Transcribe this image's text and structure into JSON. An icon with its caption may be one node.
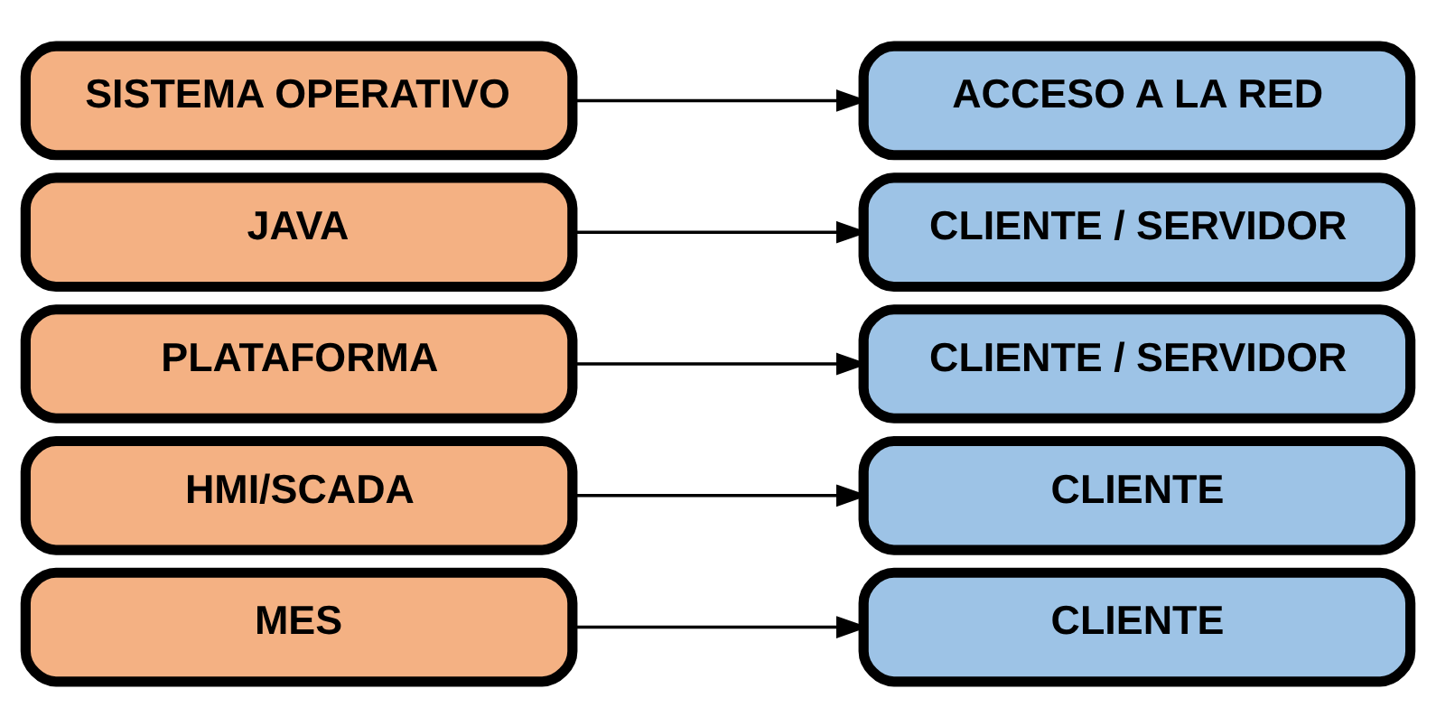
{
  "diagram": {
    "nodes": [
      {
        "text": [
          "MES"
        ]
      },
      {
        "text": [
          "CLIENTE"
        ]
      },
      {
        "text": [
          "HMI/SCADA"
        ]
      },
      {
        "text": [
          "CLIENTE"
        ]
      },
      {
        "text": [
          "PLATAFORMA"
        ]
      },
      {
        "text": [
          "CLIENTE / SERVIDOR"
        ]
      },
      {
        "text": [
          "JAVA"
        ]
      },
      {
        "text": [
          "CLIENTE / SERVIDOR"
        ]
      },
      {
        "text": [
          "SISTEMA OPERATIVO"
        ]
      },
      {
        "text": [
          "ACCESO A LA RED"
        ]
      }
    ],
    "edges": [
      {
        "from": 0,
        "to": 1,
        "arrow": "to"
      },
      {
        "from": 2,
        "to": 3,
        "arrow": "to"
      },
      {
        "from": 4,
        "to": 5,
        "arrow": "to"
      },
      {
        "from": 6,
        "to": 7,
        "arrow": "to"
      },
      {
        "from": 8,
        "to": 9,
        "arrow": "to"
      }
    ]
  }
}
